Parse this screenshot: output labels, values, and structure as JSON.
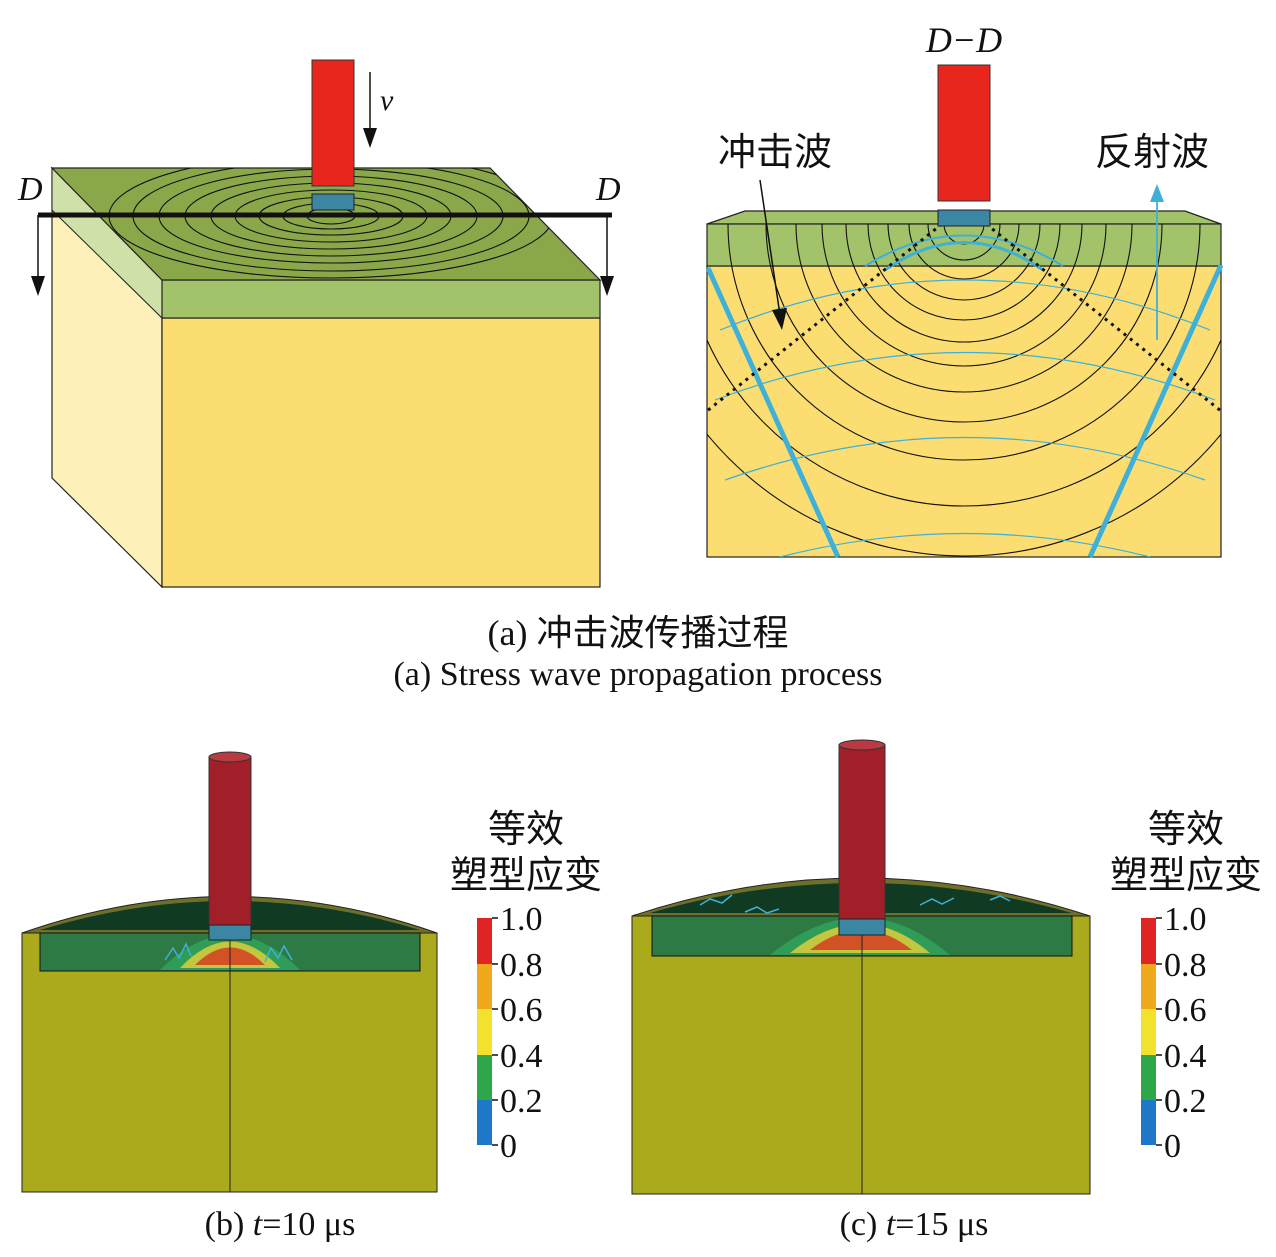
{
  "panel_a": {
    "section_label": "D−D",
    "cut_label_left": "D",
    "cut_label_right": "D",
    "velocity_label": "v",
    "shock_wave_label": "冲击波",
    "reflected_wave_label": "反射波",
    "caption_cn": "(a) 冲击波传播过程",
    "caption_en": "(a) Stress wave propagation process"
  },
  "panel_b": {
    "caption_prefix": "(b) ",
    "caption_var": "t",
    "caption_value": "=10 μs",
    "legend_title_line1": "等效",
    "legend_title_line2": "塑型应变",
    "legend_ticks": [
      "1.0",
      "0.8",
      "0.6",
      "0.4",
      "0.2",
      "0"
    ]
  },
  "panel_c": {
    "caption_prefix": "(c) ",
    "caption_var": "t",
    "caption_value": "=15 μs",
    "legend_title_line1": "等效",
    "legend_title_line2": "塑型应变",
    "legend_ticks": [
      "1.0",
      "0.8",
      "0.6",
      "0.4",
      "0.2",
      "0"
    ]
  },
  "colors": {
    "projectile": "#e8261e",
    "projectile_dark": "#a01f28",
    "interlayer": "#3b87a3",
    "coating_top": "#8aa84a",
    "coating_front": "#a2c36a",
    "substrate": "#fbdd72",
    "substrate_side": "#fdf0b8",
    "wave_black": "#111111",
    "wave_cyan": "#3fb0d8",
    "sim_substrate": "#aba91c",
    "sim_coating": "#2e7a45",
    "sim_dark": "#103a22"
  },
  "colorbar": {
    "bands": [
      "#e02323",
      "#f0a81c",
      "#f3e22d",
      "#2ea64a",
      "#1f77c7"
    ]
  }
}
